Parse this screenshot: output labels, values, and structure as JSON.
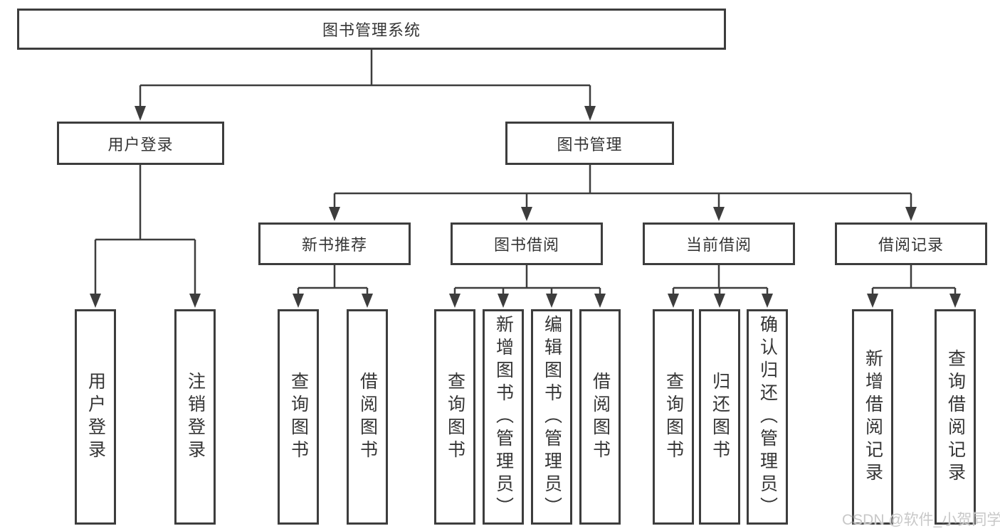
{
  "diagram": {
    "type": "tree",
    "colors": {
      "line": "#3d3d3d",
      "border": "#3d3d3d",
      "text": "#353535",
      "background": "#ffffff",
      "watermark": "#c8c8c8"
    },
    "root": {
      "label": "图书管理系统",
      "children": [
        {
          "label": "用户登录",
          "children": [
            {
              "label": "用户登录"
            },
            {
              "label": "注销登录"
            }
          ]
        },
        {
          "label": "图书管理",
          "children": [
            {
              "label": "新书推荐",
              "children": [
                {
                  "label": "查询图书"
                },
                {
                  "label": "借阅图书"
                }
              ]
            },
            {
              "label": "图书借阅",
              "children": [
                {
                  "label": "查询图书"
                },
                {
                  "label": "新增图书（管理员）"
                },
                {
                  "label": "编辑图书（管理员）"
                },
                {
                  "label": "借阅图书"
                }
              ]
            },
            {
              "label": "当前借阅",
              "children": [
                {
                  "label": "查询图书"
                },
                {
                  "label": "归还图书"
                },
                {
                  "label": "确认归还（管理员）"
                }
              ]
            },
            {
              "label": "借阅记录",
              "children": [
                {
                  "label": "新增借阅记录"
                },
                {
                  "label": "查询借阅记录"
                }
              ]
            }
          ]
        }
      ]
    },
    "watermark": "CSDN @软件_小贺同学"
  }
}
